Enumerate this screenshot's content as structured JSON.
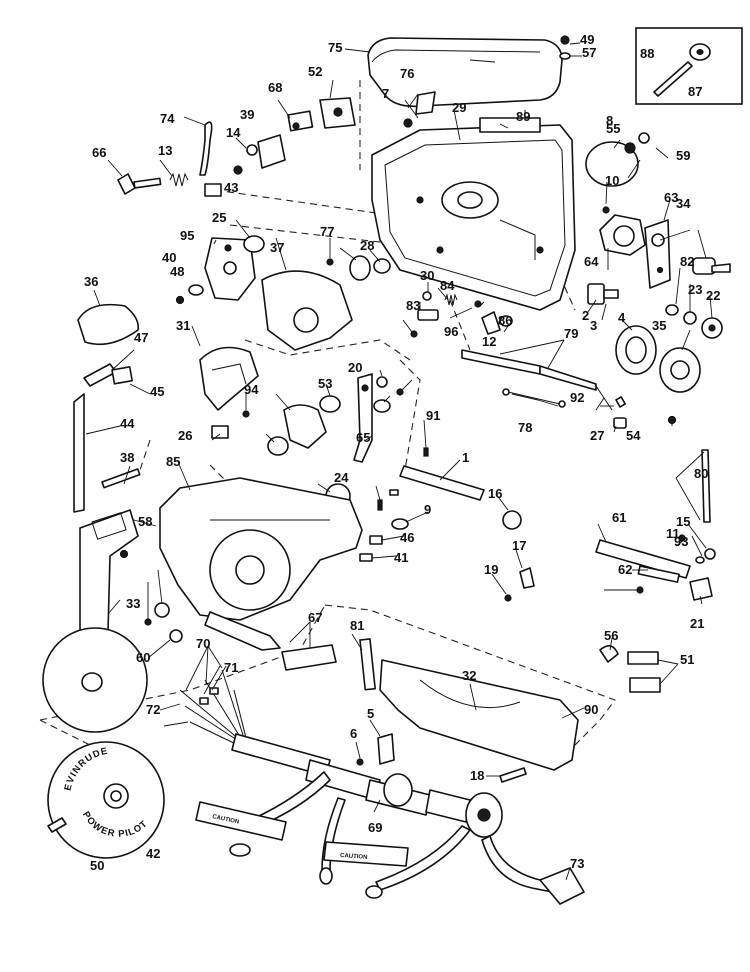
{
  "diagram": {
    "labels": [
      "1",
      "2",
      "3",
      "4",
      "5",
      "6",
      "7",
      "8",
      "9",
      "10",
      "11",
      "12",
      "13",
      "14",
      "15",
      "16",
      "17",
      "18",
      "19",
      "20",
      "21",
      "22",
      "23",
      "24",
      "25",
      "26",
      "27",
      "28",
      "29",
      "30",
      "31",
      "32",
      "33",
      "34",
      "35",
      "36",
      "37",
      "38",
      "39",
      "40",
      "41",
      "42",
      "43",
      "44",
      "45",
      "46",
      "47",
      "48",
      "49",
      "50",
      "51",
      "52",
      "53",
      "54",
      "55",
      "56",
      "57",
      "58",
      "59",
      "60",
      "61",
      "62",
      "63",
      "64",
      "65",
      "66",
      "67",
      "68",
      "69",
      "70",
      "71",
      "72",
      "73",
      "74",
      "75",
      "76",
      "77",
      "78",
      "79",
      "80",
      "81",
      "82",
      "83",
      "84",
      "85",
      "86",
      "87",
      "88",
      "89",
      "90",
      "91",
      "92",
      "93",
      "94",
      "95",
      "96"
    ],
    "wheel_text": {
      "top": "EVINRUDE",
      "bottom": "POWER PILOT"
    },
    "decal_text": {
      "caution_1": "CAUTION",
      "caution_2": "CAUTION"
    }
  }
}
